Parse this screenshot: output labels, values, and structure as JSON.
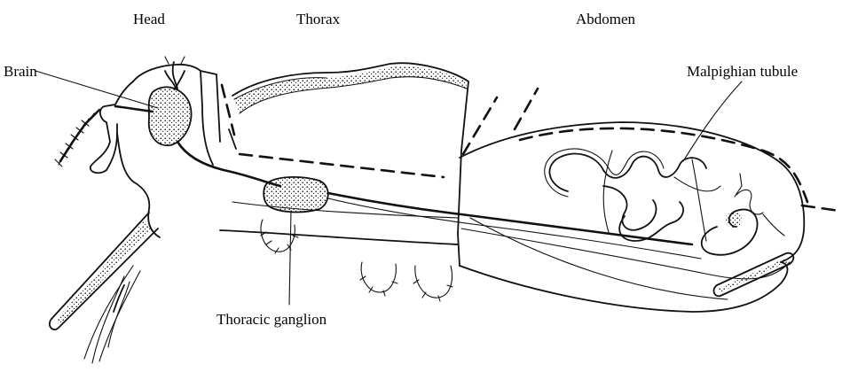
{
  "labels": {
    "head": "Head",
    "thorax": "Thorax",
    "abdomen": "Abdomen",
    "brain": "Brain",
    "malpighian": "Malpighian tubule",
    "thoracic_ganglion": "Thoracic ganglion"
  },
  "colors": {
    "ink": "#111111",
    "background": "#ffffff"
  }
}
